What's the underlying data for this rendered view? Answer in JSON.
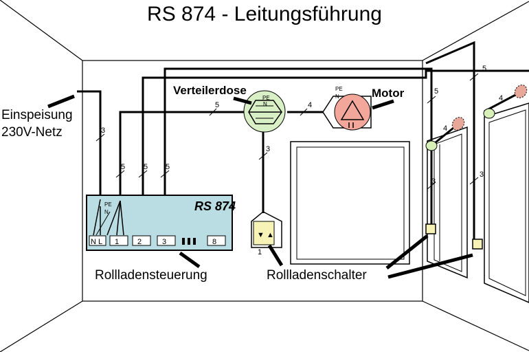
{
  "title": "RS 874 - Leitungsführung",
  "labels": {
    "feed_line1": "Einspeisung",
    "feed_line2": "230V-Netz",
    "junction_box": "Verteilerdose",
    "motor": "Motor",
    "controller": "Rollladensteuerung",
    "switch": "Rollladenschalter",
    "controller_model": "RS 874",
    "pe": "PE",
    "n": "N",
    "terminal_nl": "N L",
    "terminal_1": "1",
    "terminal_2": "2",
    "terminal_3": "3",
    "terminal_8": "8",
    "switch_terminal": "1"
  },
  "wire_counts": {
    "feed": "3",
    "ctrl_a": "5",
    "ctrl_b": "5",
    "ctrl_c": "5",
    "to_box": "5",
    "box_to_motor": "4",
    "box_to_switch": "3",
    "right_top_a": "5",
    "right_top_b": "5",
    "lamp_a": "4",
    "lamp_b": "4",
    "switch_a": "3",
    "switch_b": "3"
  },
  "colors": {
    "background": "#ffffff",
    "controller_fill": "#b9dde3",
    "junction_fill": "#d9efc6",
    "motor_fill": "#f2a79a",
    "switch_fill": "#f7f3b7",
    "lamp_fill": "#d6f0b8",
    "sensor_fill": "#e7a89a"
  }
}
